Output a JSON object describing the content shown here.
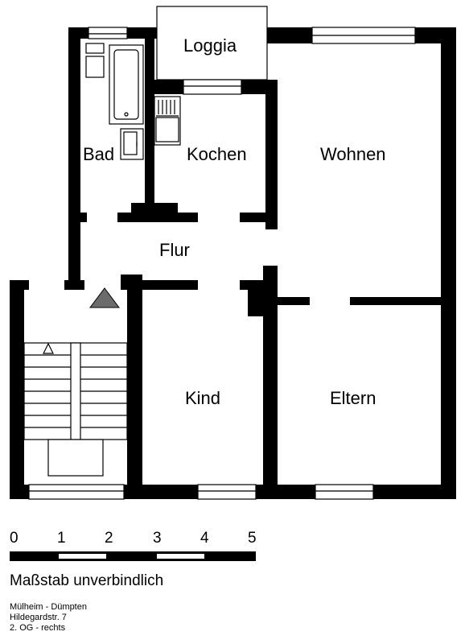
{
  "plan": {
    "rooms": {
      "loggia": "Loggia",
      "bad": "Bad",
      "kochen": "Kochen",
      "wohnen": "Wohnen",
      "flur": "Flur",
      "kind": "Kind",
      "eltern": "Eltern"
    }
  },
  "scale": {
    "ticks": [
      "0",
      "1",
      "2",
      "3",
      "4",
      "5"
    ],
    "note": "Maßstab unverbindlich"
  },
  "address": {
    "city": "Mülheim - Dümpten",
    "street": "Hildegardstr. 7",
    "floor": "2. OG - rechts"
  }
}
